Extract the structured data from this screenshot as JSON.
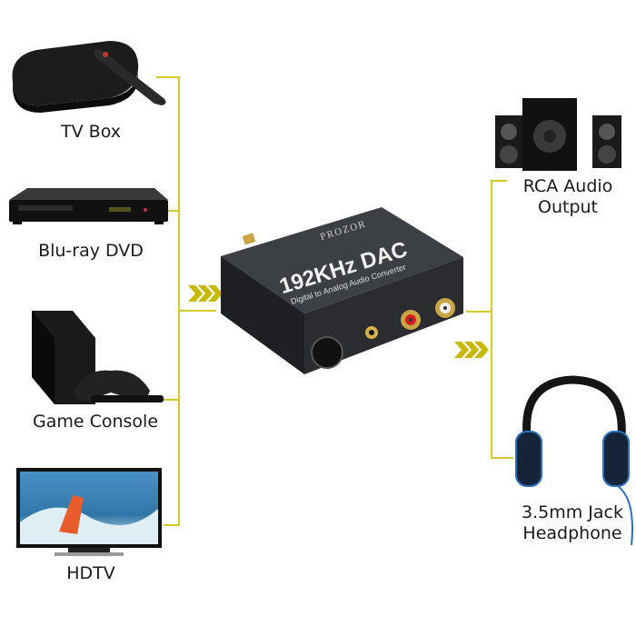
{
  "sources": [
    {
      "label": "TV Box",
      "icon": "tv-box-icon"
    },
    {
      "label": "Blu-ray DVD",
      "icon": "bluray-player-icon"
    },
    {
      "label": "Game Console",
      "icon": "game-console-icon"
    },
    {
      "label": "HDTV",
      "icon": "hdtv-icon"
    }
  ],
  "outputs": [
    {
      "line1": "RCA Audio",
      "line2": "Output",
      "icon": "speakers-icon"
    },
    {
      "line1": "3.5mm Jack",
      "line2": "Headphone",
      "icon": "headphone-icon"
    }
  ],
  "device": {
    "brand": "PROZOR",
    "title": "192KHz DAC",
    "subtitle": "Digital to Analog Audio Converter"
  },
  "colors": {
    "connector": "#d8c82a",
    "arrow": "#c9b800",
    "device": "#2a2c2f"
  }
}
